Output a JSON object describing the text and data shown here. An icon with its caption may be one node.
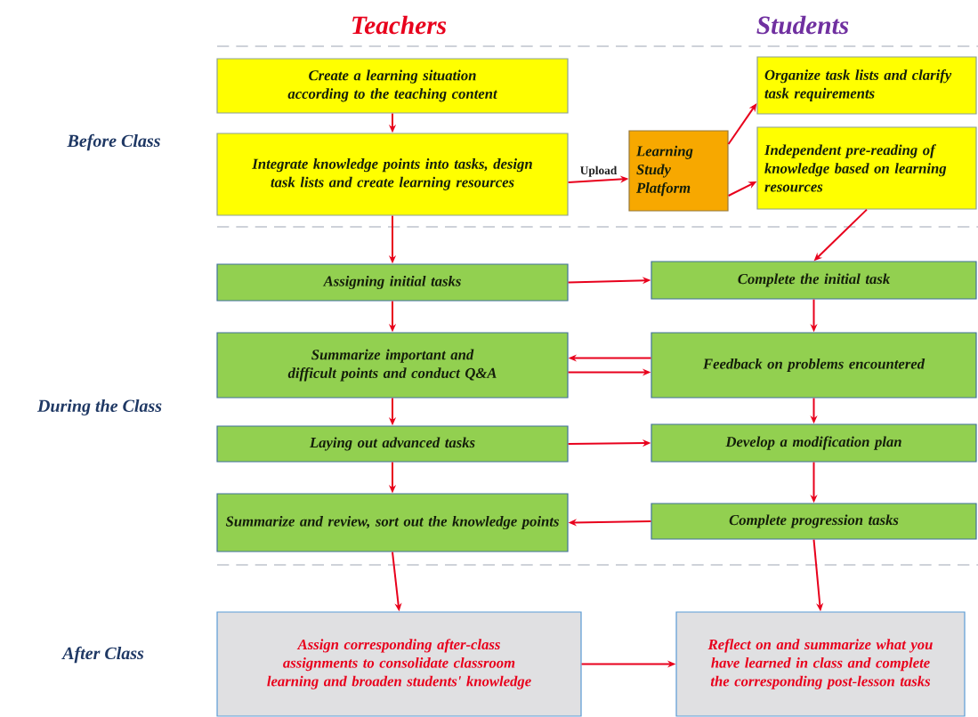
{
  "diagram": {
    "nodes": [
      {
        "text": [
          "Create a learning situation according to the teaching content"
        ]
      },
      {
        "text": [
          "Integrate knowledge points into tasks, design task lists and create learning resources"
        ]
      },
      {
        "text": [
          "Learning Study Platform"
        ]
      },
      {
        "text": [
          "Organize task lists and clarify task requirements"
        ]
      },
      {
        "text": [
          "Independent pre-reading of knowledge based on learning resources"
        ]
      },
      {
        "text": [
          "Assigning initial tasks"
        ]
      },
      {
        "text": [
          "Complete the initial task"
        ]
      },
      {
        "text": [
          "Summarize important and difficult points and conduct Q&A"
        ]
      },
      {
        "text": [
          "Feedback on problems encountered"
        ]
      },
      {
        "text": [
          "Laying out advanced tasks"
        ]
      },
      {
        "text": [
          "Develop a modification plan"
        ]
      },
      {
        "text": [
          "Summarize and review, sort out the knowledge points"
        ]
      },
      {
        "text": [
          "Complete progression tasks"
        ]
      },
      {
        "text": [
          "Assign corresponding after-class assignments to consolidate classroom learning and broaden students' knowledge"
        ]
      },
      {
        "text": [
          "Reflect on and summarize what you have learned in class and complete the corresponding post-lesson tasks"
        ]
      }
    ],
    "edges": [
      {
        "from": 0,
        "to": 1,
        "arrow": "to"
      },
      {
        "from": 1,
        "to": 2,
        "arrow": "to",
        "label": "Upload"
      },
      {
        "from": 2,
        "to": 3,
        "arrow": "to"
      },
      {
        "from": 2,
        "to": 4,
        "arrow": "to"
      },
      {
        "from": 1,
        "to": 5,
        "arrow": "to"
      },
      {
        "from": 4,
        "to": 6,
        "arrow": "to"
      },
      {
        "from": 5,
        "to": 6,
        "arrow": "to"
      },
      {
        "from": 5,
        "to": 7,
        "arrow": "to"
      },
      {
        "from": 6,
        "to": 8,
        "arrow": "to"
      },
      {
        "from": 8,
        "to": 7,
        "arrow": "to"
      },
      {
        "from": 7,
        "to": 8,
        "arrow": "to"
      },
      {
        "from": 7,
        "to": 9,
        "arrow": "to"
      },
      {
        "from": 8,
        "to": 10,
        "arrow": "to"
      },
      {
        "from": 9,
        "to": 10,
        "arrow": "to"
      },
      {
        "from": 9,
        "to": 11,
        "arrow": "to"
      },
      {
        "from": 10,
        "to": 12,
        "arrow": "to"
      },
      {
        "from": 12,
        "to": 11,
        "arrow": "to"
      },
      {
        "from": 11,
        "to": 13,
        "arrow": "to"
      },
      {
        "from": 12,
        "to": 14,
        "arrow": "to"
      },
      {
        "from": 13,
        "to": 14,
        "arrow": "to"
      }
    ],
    "labels": [
      "Teachers",
      "Students",
      "Before Class",
      "During the Class",
      "After Class"
    ]
  }
}
